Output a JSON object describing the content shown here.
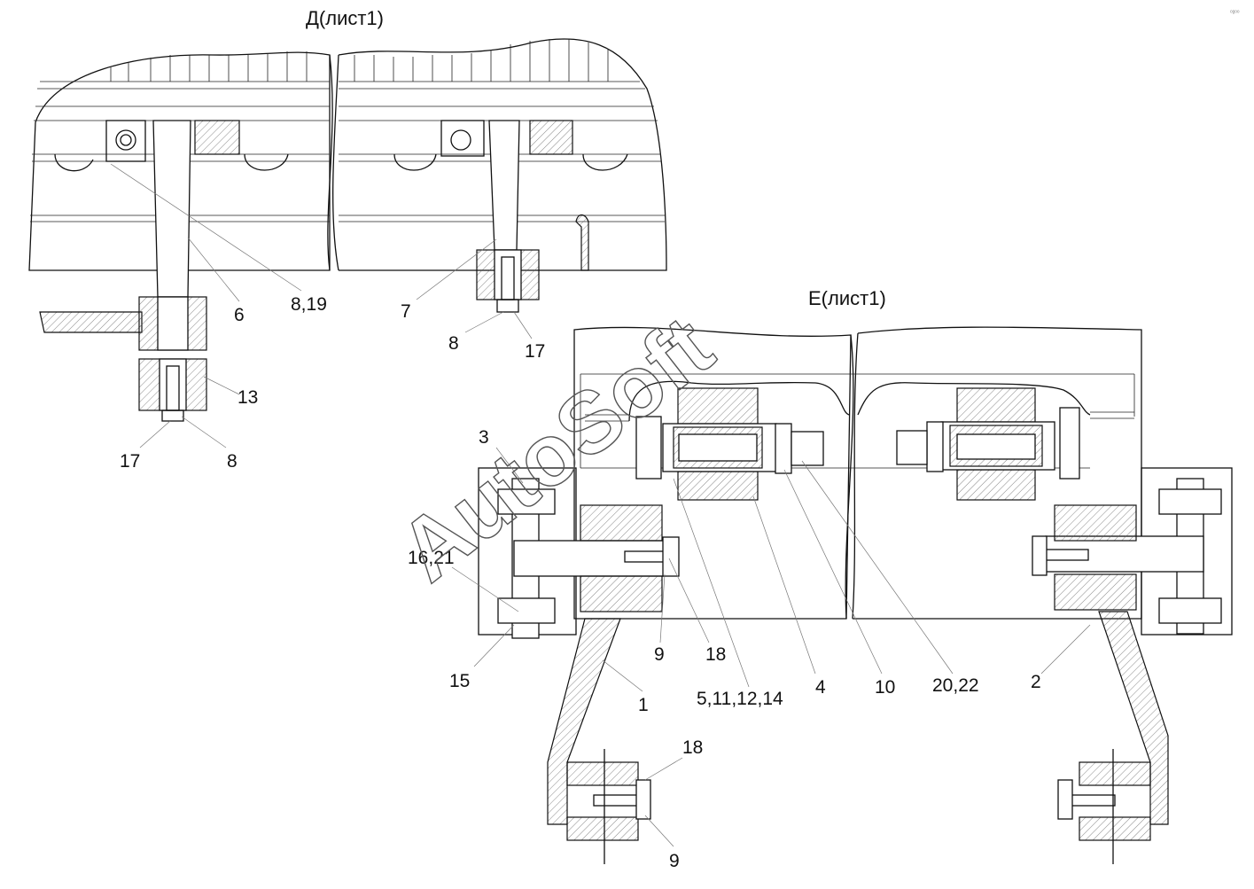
{
  "views": {
    "view_d_title": "Д(лист1)",
    "view_e_title": "Е(лист1)"
  },
  "watermark": "AutoSoft",
  "corner_mark": "ᵒᵍᵒᵒ",
  "callouts_d": {
    "c6": "6",
    "c8_19": "8,19",
    "c7": "7",
    "c8_right": "8",
    "c17_right": "17",
    "c13": "13",
    "c17_left": "17",
    "c8_left": "8"
  },
  "callouts_e": {
    "c3": "3",
    "c16_21": "16,21",
    "c15": "15",
    "c9_top": "9",
    "c18_top": "18",
    "c1": "1",
    "c5_11_12_14": "5,11,12,14",
    "c4": "4",
    "c10": "10",
    "c20_22": "20,22",
    "c2": "2",
    "c18_bottom": "18",
    "c9_bottom": "9"
  }
}
